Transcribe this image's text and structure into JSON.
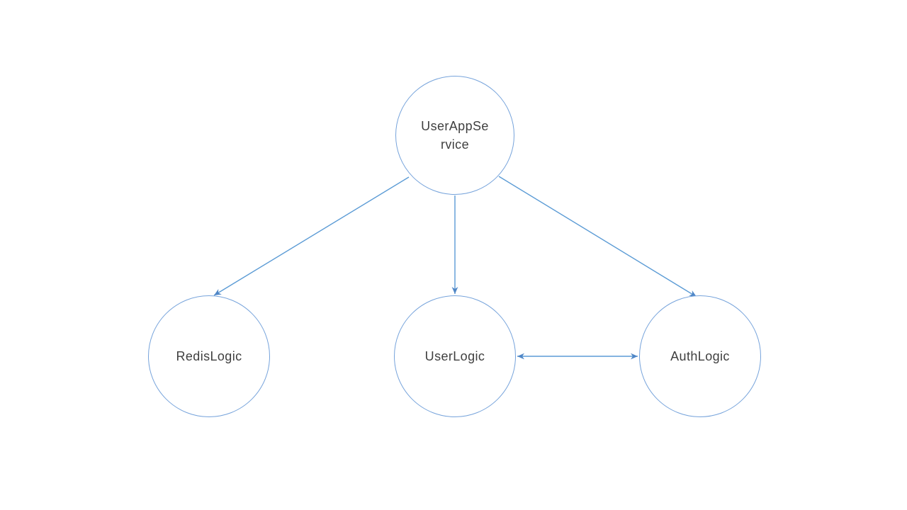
{
  "diagram": {
    "background_color": "#ffffff",
    "node_outline_color": "#76a3db",
    "edge_color": "#5b9bd5",
    "text_color": "#3f3f3f",
    "nodes": [
      {
        "id": "user-app-service",
        "label": "UserAppService",
        "lines": [
          "UserAppSe",
          "rvice"
        ],
        "shape": "circle"
      },
      {
        "id": "redis-logic",
        "label": "RedisLogic",
        "lines": [
          "RedisLogic"
        ],
        "shape": "circle"
      },
      {
        "id": "user-logic",
        "label": "UserLogic",
        "lines": [
          "UserLogic"
        ],
        "shape": "circle"
      },
      {
        "id": "auth-logic",
        "label": "AuthLogic",
        "lines": [
          "AuthLogic"
        ],
        "shape": "circle"
      }
    ],
    "edges": [
      {
        "from": "UserAppService",
        "to": "RedisLogic",
        "direction": "one-way"
      },
      {
        "from": "UserAppService",
        "to": "UserLogic",
        "direction": "one-way"
      },
      {
        "from": "UserAppService",
        "to": "AuthLogic",
        "direction": "one-way"
      },
      {
        "from": "UserLogic",
        "to": "AuthLogic",
        "direction": "two-way"
      }
    ]
  }
}
